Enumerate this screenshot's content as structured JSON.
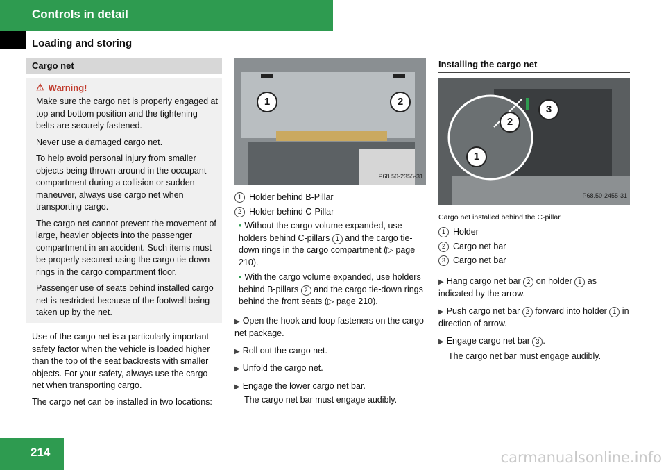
{
  "header": {
    "chapter": "Controls in detail",
    "section": "Loading and storing",
    "page_number": "214"
  },
  "watermark": "carmanualsonline.info",
  "col1": {
    "box_title": "Cargo net",
    "warning_label": "Warning!",
    "warning_paras": [
      "Make sure the cargo net is properly engaged at top and bottom position and the tightening belts are securely fastened.",
      "Never use a damaged cargo net.",
      "To help avoid personal injury from smaller objects being thrown around in the occupant compartment during a collision or sudden maneuver, always use cargo net when transporting cargo.",
      "The cargo net cannot prevent the movement of large, heavier objects into the passenger compartment in an accident. Such items must be properly secured using the cargo tie-down rings in the cargo compartment floor.",
      "Passenger use of seats behind installed cargo net is restricted because of the footwell being taken up by the net."
    ],
    "body_paras": [
      "Use of the cargo net is a particularly important safety factor when the vehicle is loaded higher than the top of the seat backrests with smaller objects. For your safety, always use the cargo net when transporting cargo.",
      "The cargo net can be installed in two locations:"
    ]
  },
  "col2": {
    "photo_code": "P68.50-2355-31",
    "callout1": "1",
    "callout2": "2",
    "legend": [
      {
        "num": "1",
        "text": "Holder behind B-Pillar"
      },
      {
        "num": "2",
        "text": "Holder behind C-Pillar"
      }
    ],
    "bullets": [
      {
        "a": "Without the cargo volume expanded, use holders behind C-pillars",
        "n": "1",
        "b": "and the cargo tie-down rings in the cargo compartment (▷ page 210)."
      },
      {
        "a": "With the cargo volume expanded, use holders behind B-pillars",
        "n": "2",
        "b": "and the cargo tie-down rings behind the front seats (▷ page 210)."
      }
    ],
    "steps": [
      "Open the hook and loop fasteners on the cargo net package.",
      "Roll out the cargo net.",
      "Unfold the cargo net.",
      "Engage the lower cargo net bar."
    ],
    "note": "The cargo net bar must engage audibly."
  },
  "col3": {
    "heading": "Installing the cargo net",
    "photo_code": "P68.50-2455-31",
    "callout1": "1",
    "callout2": "2",
    "callout3": "3",
    "caption": "Cargo net installed behind the C-pillar",
    "legend": [
      {
        "num": "1",
        "text": "Holder"
      },
      {
        "num": "2",
        "text": "Cargo net bar"
      },
      {
        "num": "3",
        "text": "Cargo net bar"
      }
    ],
    "steps": [
      {
        "a": "Hang cargo net bar",
        "n1": "2",
        "b": "on holder",
        "n2": "1",
        "c": "as indicated by the arrow."
      },
      {
        "a": "Push cargo net bar",
        "n1": "2",
        "b": "forward into holder",
        "n2": "1",
        "c": "in direction of arrow."
      },
      {
        "a": "Engage cargo net bar",
        "n1": "3",
        "b": ".",
        "n2": "",
        "c": ""
      }
    ],
    "note": "The cargo net bar must engage audibly."
  },
  "colors": {
    "accent": "#2e9b50",
    "warning": "#c0392b"
  }
}
